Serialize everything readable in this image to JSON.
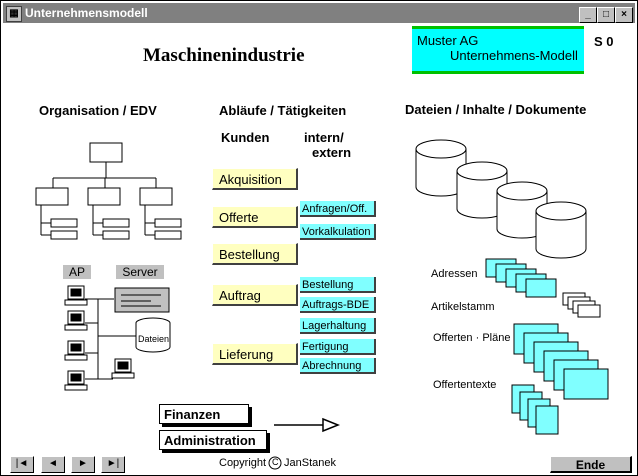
{
  "window": {
    "title": "Unternehmensmodell",
    "controls": {
      "minimize": "_",
      "maximize": "□",
      "close": "×"
    }
  },
  "title": "Maschinenindustrie",
  "badge": {
    "line1": "Muster AG",
    "line2": "Unternehmens-Modell",
    "code": "S 0"
  },
  "sections": {
    "org": "Organisation / EDV",
    "abl": "Abläufe / Tätigkeiten",
    "files": "Dateien / Inhalte / Dokumente"
  },
  "columns": {
    "kunden": "Kunden",
    "intern": "intern/",
    "extern": "extern"
  },
  "activities": [
    "Akquisition",
    "Offerte",
    "Bestellung",
    "Auftrag",
    "Lieferung"
  ],
  "internal": [
    "Anfragen/Off.",
    "Vorkalkulation",
    "Bestellung",
    "Auftrags-BDE",
    "Lagerhaltung",
    "Fertigung",
    "Abrechnung"
  ],
  "edv": {
    "ap": "AP",
    "server": "Server",
    "dateien": "Dateien"
  },
  "documents": [
    "Adressen",
    "Artikelstamm",
    "Offerten · Pläne",
    "Offertentexte"
  ],
  "bottom": {
    "finanzen": "Finanzen",
    "administration": "Administration"
  },
  "copyright": {
    "prefix": "Copyright",
    "symbol": "C",
    "author": "JanStanek"
  },
  "nav": [
    "|◄",
    "◄",
    "►",
    "►|"
  ],
  "ende": "Ende"
}
